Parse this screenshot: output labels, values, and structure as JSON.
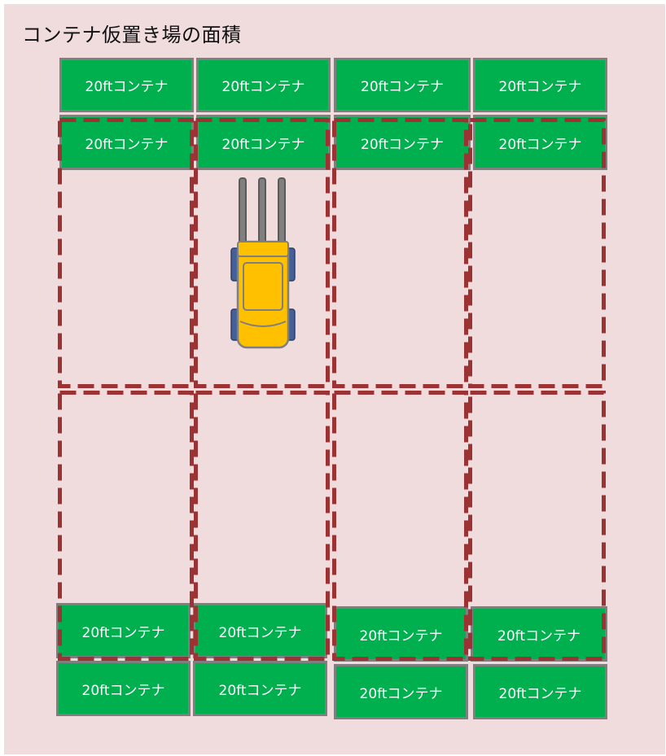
{
  "title": "コンテナ仮置き場の面積",
  "colors": {
    "background": "#f0dcdd",
    "container_fill": "#00b04f",
    "container_border": "#7f7f7f",
    "container_text": "#ffffff",
    "zone_border": "#9b3335",
    "forklift_body": "#ffc000",
    "forklift_wheels": "#44609a"
  },
  "containers": {
    "top_row_1": [
      "20ftコンテナ",
      "20ftコンテナ",
      "20ftコンテナ",
      "20ftコンテナ"
    ],
    "top_row_2": [
      "20ftコンテナ",
      "20ftコンテナ",
      "20ftコンテナ",
      "20ftコンテナ"
    ],
    "bottom_row_1": [
      "20ftコンテナ",
      "20ftコンテナ",
      "20ftコンテナ",
      "20ftコンテナ"
    ],
    "bottom_row_2": [
      "20ftコンテナ",
      "20ftコンテナ",
      "20ftコンテナ",
      "20ftコンテナ"
    ]
  },
  "zones": {
    "columns": 4,
    "rows": 2
  },
  "forklift_icon": "forklift-icon"
}
